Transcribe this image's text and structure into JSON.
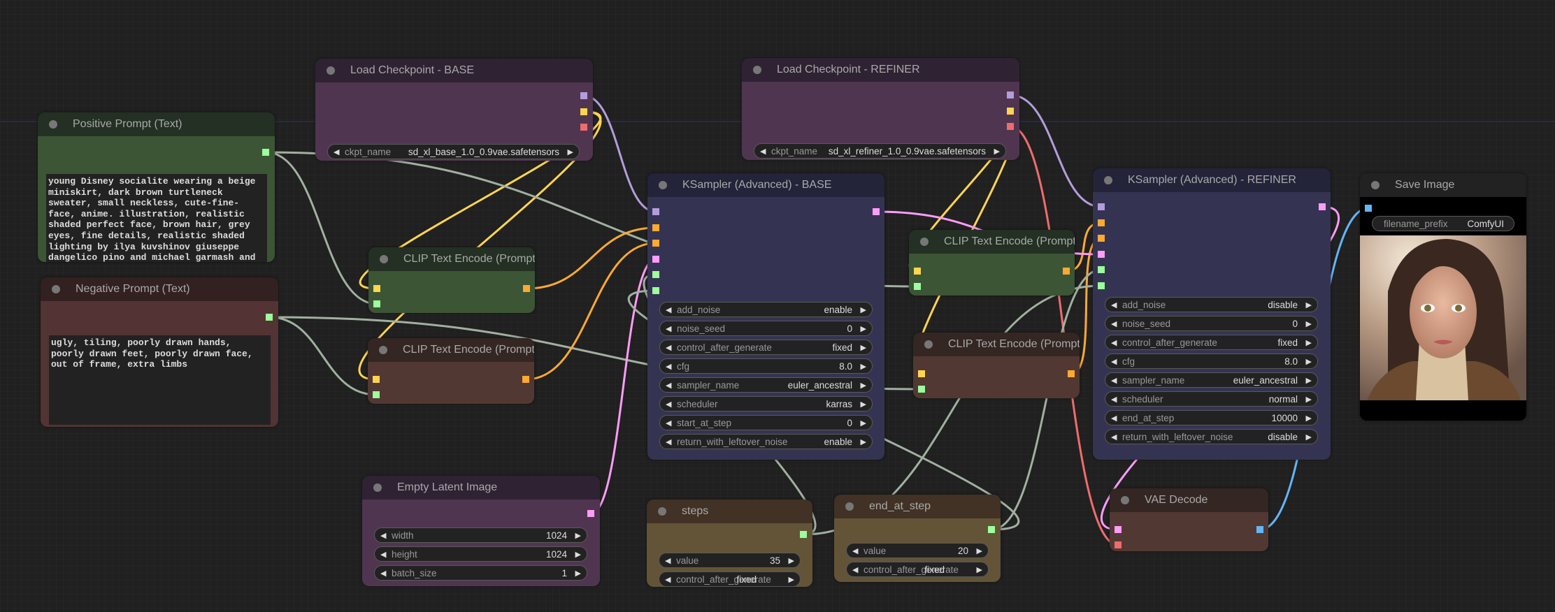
{
  "canvas": {
    "app": "ComfyUI node graph"
  },
  "colors": {
    "model": "#b39ddb",
    "clip": "#ffd54f",
    "vae": "#f06c6c",
    "conditioning": "#ffa931",
    "latent": "#ff9cf9",
    "int": "#9cff9c",
    "string": "#a1b0a0",
    "image": "#64b5f6"
  },
  "nodes": {
    "positive_prompt": {
      "title": "Positive Prompt (Text)",
      "text": "young Disney socialite wearing a beige miniskirt, dark brown turtleneck sweater, small neckless, cute-fine-face, anime. illustration, realistic shaded perfect face, brown hair, grey eyes, fine details, realistic shaded lighting by ilya kuvshinov giuseppe dangelico pino and michael garmash and"
    },
    "negative_prompt": {
      "title": "Negative Prompt (Text)",
      "text": "ugly, tiling, poorly drawn hands, poorly drawn feet, poorly drawn face, out of frame, extra limbs"
    },
    "load_checkpoint_base": {
      "title": "Load Checkpoint - BASE",
      "widgets": [
        {
          "label": "ckpt_name",
          "value": "sd_xl_base_1.0_0.9vae.safetensors"
        }
      ]
    },
    "load_checkpoint_refiner": {
      "title": "Load Checkpoint - REFINER",
      "widgets": [
        {
          "label": "ckpt_name",
          "value": "sd_xl_refiner_1.0_0.9vae.safetensors"
        }
      ]
    },
    "clip_base_pos": {
      "title": "CLIP Text Encode (Prompt)"
    },
    "clip_base_neg": {
      "title": "CLIP Text Encode (Prompt)"
    },
    "clip_refiner_pos": {
      "title": "CLIP Text Encode (Prompt)"
    },
    "clip_refiner_neg": {
      "title": "CLIP Text Encode (Prompt)"
    },
    "ksampler_base": {
      "title": "KSampler (Advanced) - BASE",
      "widgets": [
        {
          "label": "add_noise",
          "value": "enable"
        },
        {
          "label": "noise_seed",
          "value": "0"
        },
        {
          "label": "control_after_generate",
          "value": "fixed"
        },
        {
          "label": "cfg",
          "value": "8.0"
        },
        {
          "label": "sampler_name",
          "value": "euler_ancestral"
        },
        {
          "label": "scheduler",
          "value": "karras"
        },
        {
          "label": "start_at_step",
          "value": "0"
        },
        {
          "label": "return_with_leftover_noise",
          "value": "enable"
        }
      ]
    },
    "ksampler_refiner": {
      "title": "KSampler (Advanced) - REFINER",
      "widgets": [
        {
          "label": "add_noise",
          "value": "disable"
        },
        {
          "label": "noise_seed",
          "value": "0"
        },
        {
          "label": "control_after_generate",
          "value": "fixed"
        },
        {
          "label": "cfg",
          "value": "8.0"
        },
        {
          "label": "sampler_name",
          "value": "euler_ancestral"
        },
        {
          "label": "scheduler",
          "value": "normal"
        },
        {
          "label": "end_at_step",
          "value": "10000"
        },
        {
          "label": "return_with_leftover_noise",
          "value": "disable"
        }
      ]
    },
    "empty_latent": {
      "title": "Empty Latent Image",
      "widgets": [
        {
          "label": "width",
          "value": "1024"
        },
        {
          "label": "height",
          "value": "1024"
        },
        {
          "label": "batch_size",
          "value": "1"
        }
      ]
    },
    "steps": {
      "title": "steps",
      "widgets": [
        {
          "label": "value",
          "value": "35"
        },
        {
          "label": "control_after_generate",
          "value": "fixed"
        }
      ]
    },
    "end_at_step": {
      "title": "end_at_step",
      "widgets": [
        {
          "label": "value",
          "value": "20"
        },
        {
          "label": "control_after_generate",
          "value": "fixed"
        }
      ]
    },
    "vae_decode": {
      "title": "VAE Decode"
    },
    "save_image": {
      "title": "Save Image",
      "widgets": [
        {
          "label": "filename_prefix",
          "value": "ComfyUI"
        }
      ],
      "preview_alt": "Generated portrait: woman with long brown hair, beige turtleneck, brown coat"
    }
  },
  "icons": {
    "arrow_left": "◀",
    "arrow_right": "▶"
  }
}
